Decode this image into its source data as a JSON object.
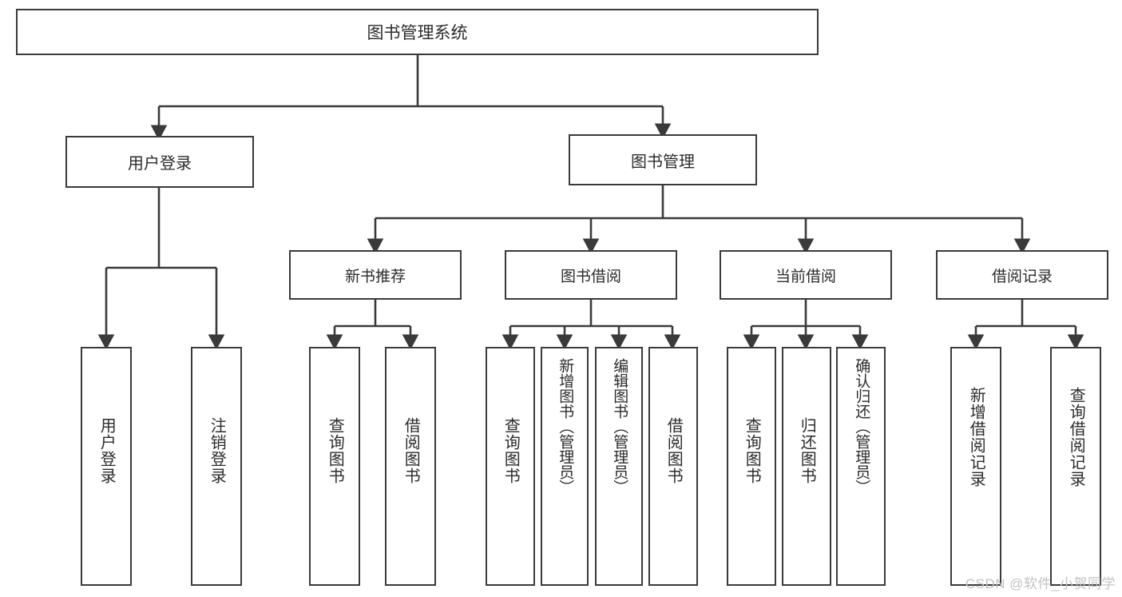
{
  "diagram": {
    "type": "tree-hierarchy",
    "title": "图书管理系统",
    "watermark": "CSDN @软件_小贺同学",
    "colors": {
      "background": "#ffffff",
      "node_border": "#3a3a3a",
      "node_fill": "#ffffff",
      "edge": "#3a3a3a",
      "text": "#2b2b2b",
      "watermark": "#c2c2c2"
    },
    "nodes": {
      "root": {
        "label": "图书管理系统"
      },
      "level1": [
        {
          "id": "user-login",
          "label": "用户登录"
        },
        {
          "id": "book-manage",
          "label": "图书管理"
        }
      ],
      "level2": [
        {
          "id": "new-book-recommend",
          "label": "新书推荐"
        },
        {
          "id": "book-borrow",
          "label": "图书借阅"
        },
        {
          "id": "current-borrow",
          "label": "当前借阅"
        },
        {
          "id": "borrow-record",
          "label": "借阅记录"
        }
      ],
      "leaves": [
        {
          "id": "leaf-user-login",
          "parent": "user-login",
          "label": "用户登录"
        },
        {
          "id": "leaf-logout-login",
          "parent": "user-login",
          "label": "注销登录"
        },
        {
          "id": "leaf-query-book-1",
          "parent": "new-book-recommend",
          "label": "查询图书"
        },
        {
          "id": "leaf-borrow-book-1",
          "parent": "new-book-recommend",
          "label": "借阅图书"
        },
        {
          "id": "leaf-query-book-2",
          "parent": "book-borrow",
          "label": "查询图书"
        },
        {
          "id": "leaf-add-book-admin",
          "parent": "book-borrow",
          "label": "新增图书（管理员）"
        },
        {
          "id": "leaf-edit-book-admin",
          "parent": "book-borrow",
          "label": "编辑图书（管理员）"
        },
        {
          "id": "leaf-borrow-book-2",
          "parent": "book-borrow",
          "label": "借阅图书"
        },
        {
          "id": "leaf-query-book-3",
          "parent": "current-borrow",
          "label": "查询图书"
        },
        {
          "id": "leaf-return-book",
          "parent": "current-borrow",
          "label": "归还图书"
        },
        {
          "id": "leaf-confirm-return-admin",
          "parent": "current-borrow",
          "label": "确认归还（管理员）"
        },
        {
          "id": "leaf-add-borrow-record",
          "parent": "borrow-record",
          "label": "新增借阅记录"
        },
        {
          "id": "leaf-query-borrow-record",
          "parent": "borrow-record",
          "label": "查询借阅记录"
        }
      ]
    }
  }
}
